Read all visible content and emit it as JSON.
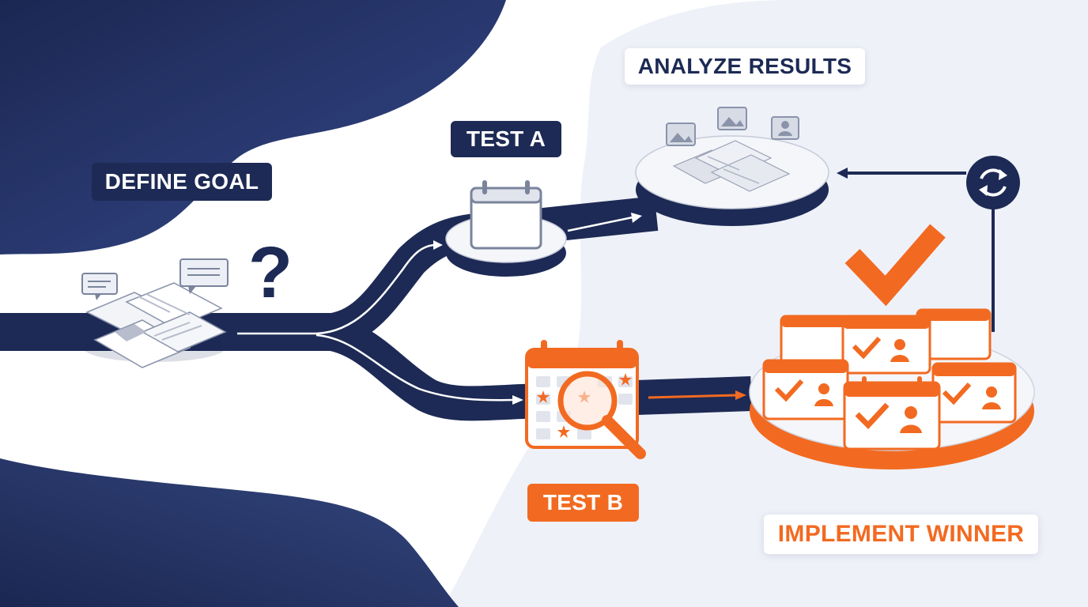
{
  "labels": {
    "define_goal": "DEFINE GOAL",
    "test_a": "TEST A",
    "analyze_results": "ANALYZE RESULTS",
    "test_b": "TEST B",
    "implement_winner": "IMPLEMENT WINNER"
  },
  "question_mark": "?",
  "colors": {
    "navy": "#1d2a55",
    "orange": "#f26a21",
    "light_bg": "#eef1f8",
    "white": "#ffffff"
  },
  "icons": [
    "documents-icon",
    "chat-bubble-icon",
    "question-icon",
    "calendar-icon",
    "calendar-search-icon",
    "photo-icon",
    "user-icon",
    "refresh-icon",
    "checkmark-icon"
  ]
}
